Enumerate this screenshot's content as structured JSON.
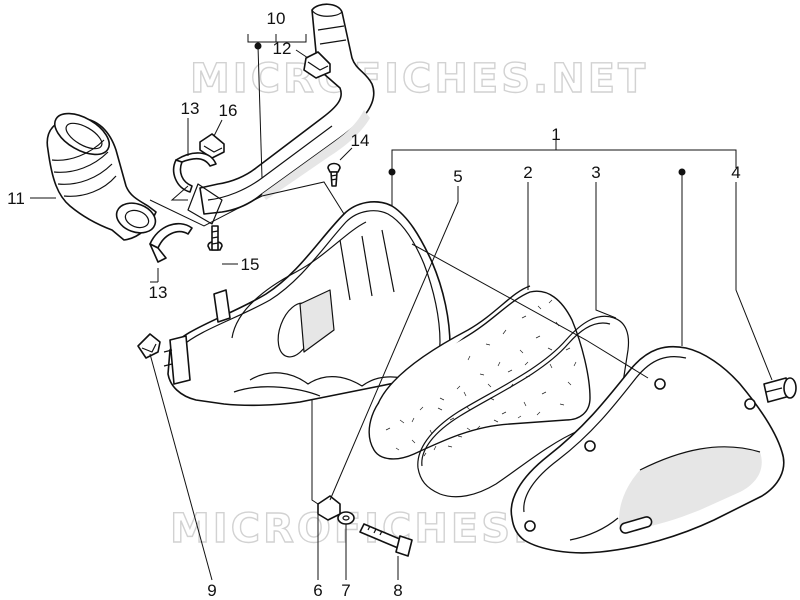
{
  "watermark": {
    "top": "MICROFICHES.NET",
    "bottom": "MICROFICHES.NET"
  },
  "callouts": {
    "c1": "1",
    "c2": "2",
    "c3": "3",
    "c4": "4",
    "c5": "5",
    "c6": "6",
    "c7": "7",
    "c8": "8",
    "c9": "9",
    "c10": "10",
    "c11": "11",
    "c12": "12",
    "c13a": "13",
    "c13b": "13",
    "c14": "14",
    "c15": "15",
    "c16": "16"
  }
}
